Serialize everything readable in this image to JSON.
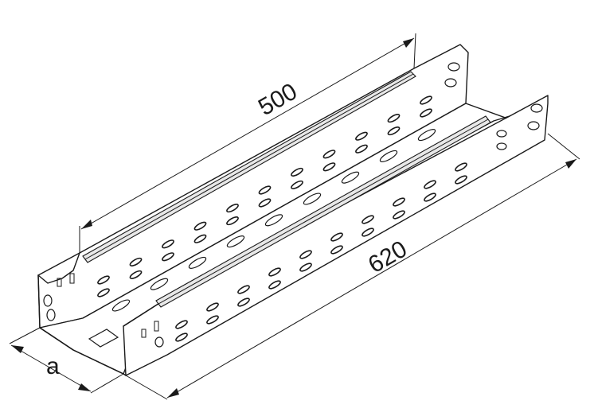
{
  "dimensions": {
    "length_top": "500",
    "length_bottom": "620",
    "width": "a"
  }
}
